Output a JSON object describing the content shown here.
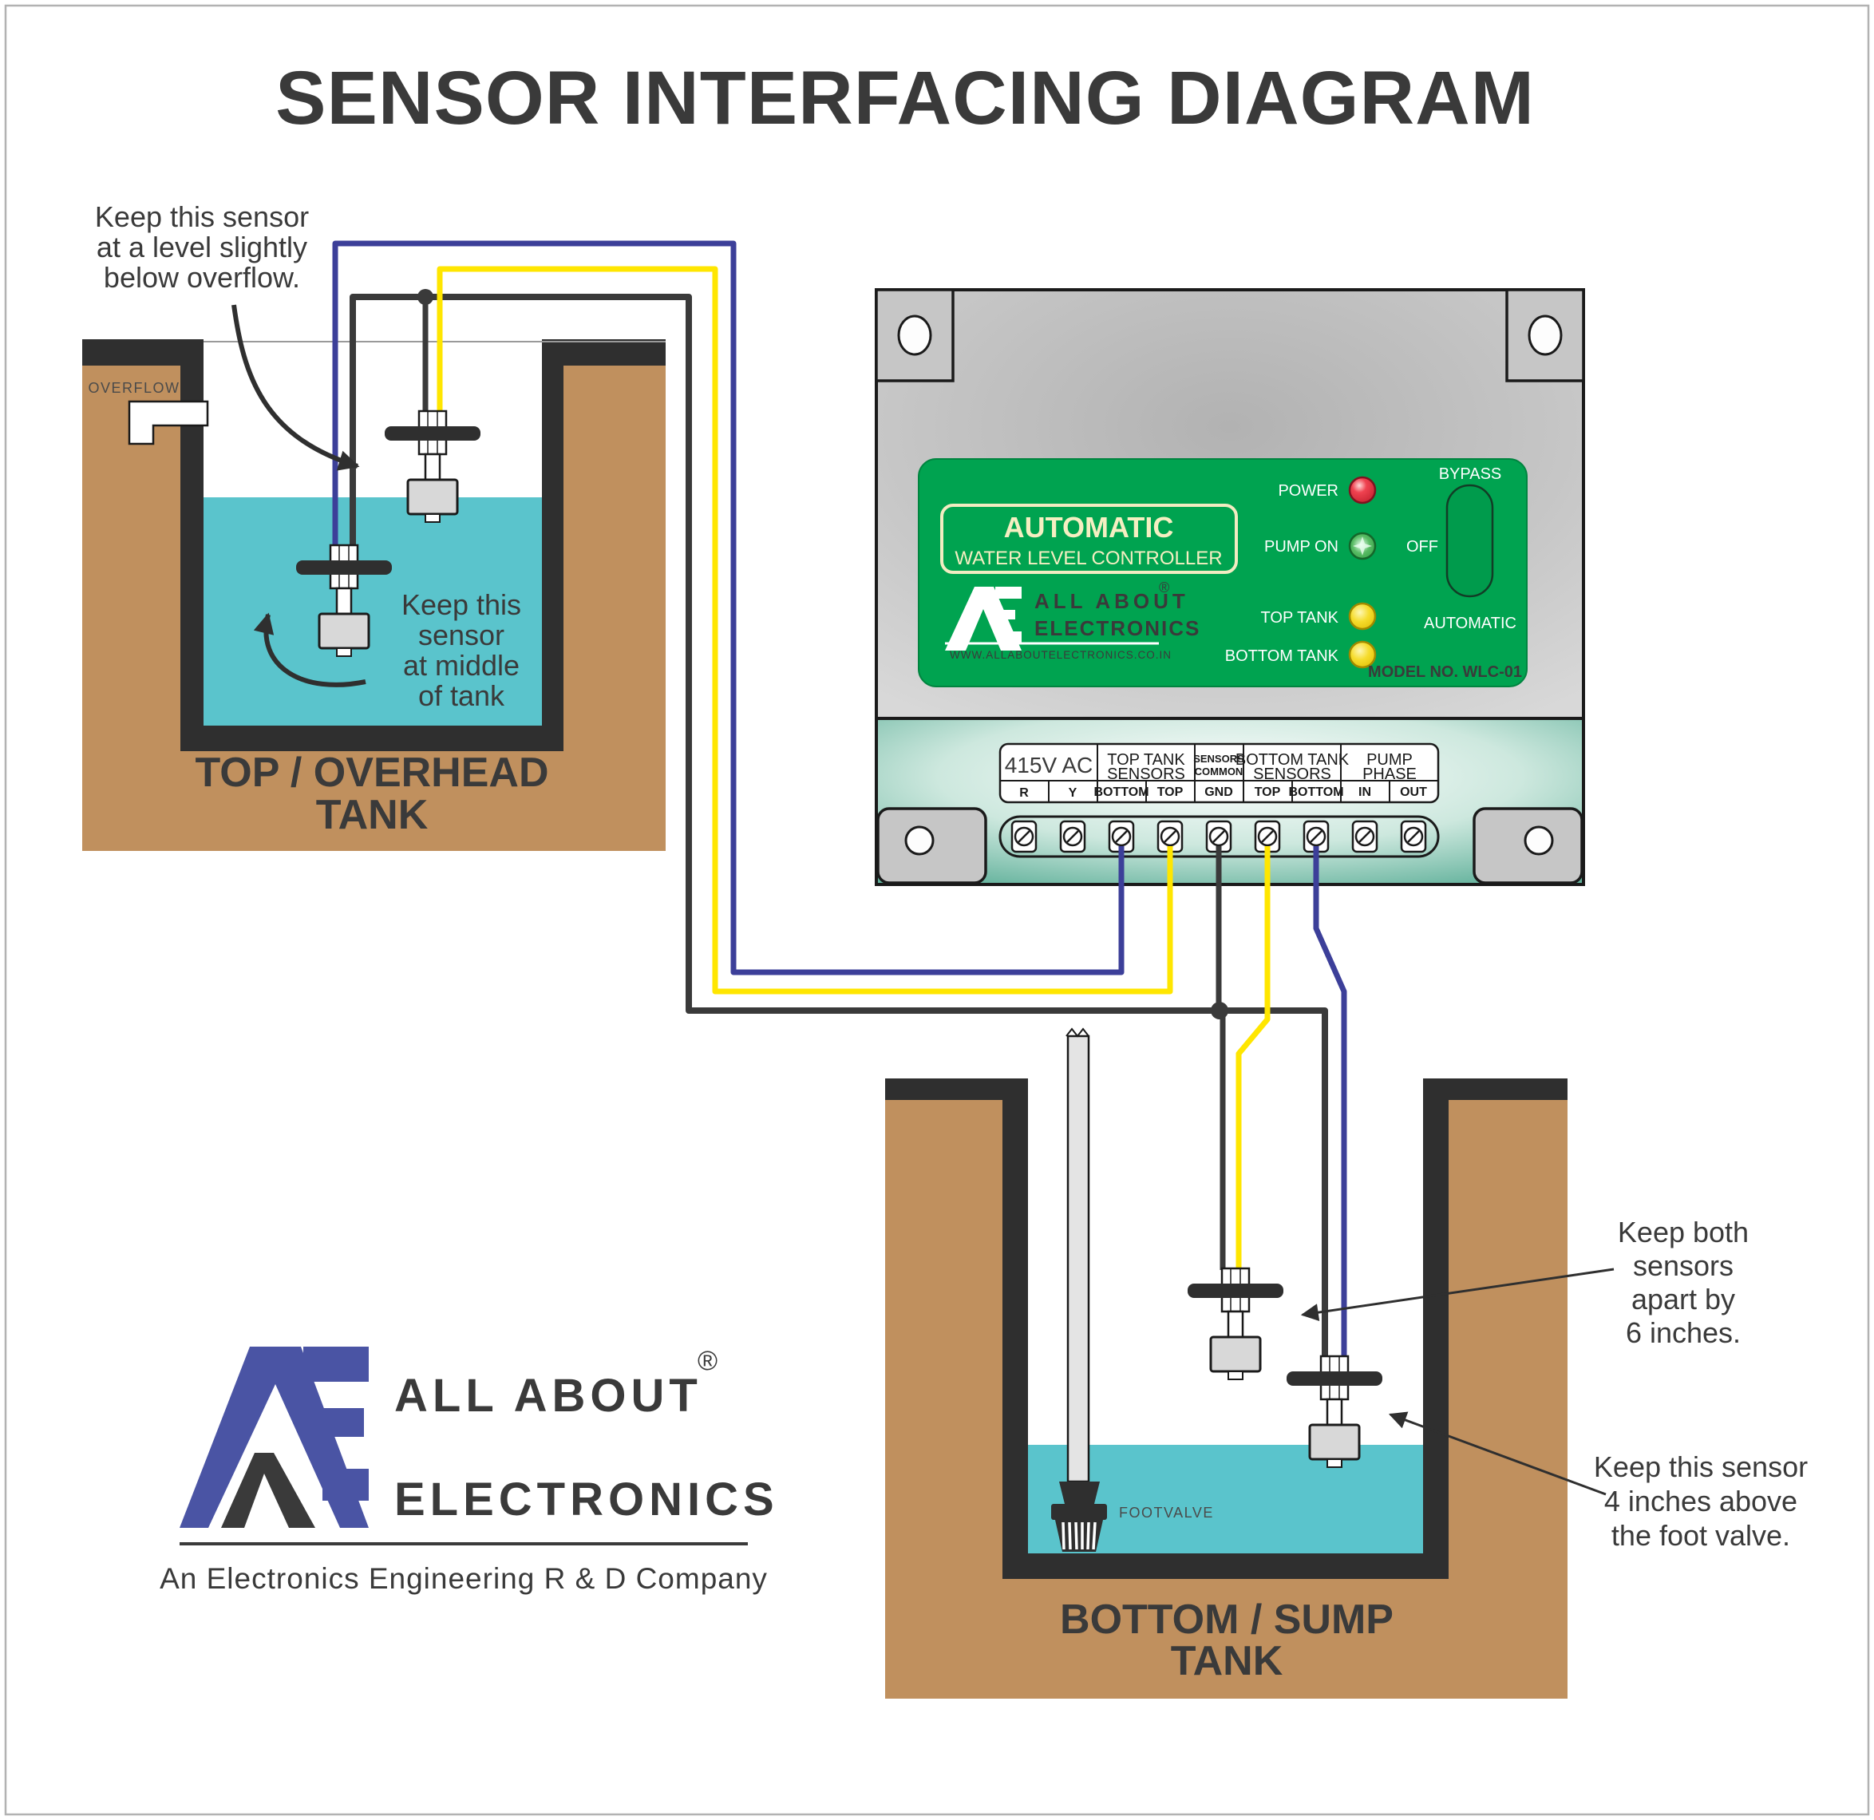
{
  "page": {
    "title": "SENSOR INTERFACING DIAGRAM"
  },
  "annotations": {
    "overflow_sensor": [
      "Keep this sensor",
      "at a level slightly",
      "below overflow."
    ],
    "middle_sensor": [
      "Keep this",
      "sensor",
      "at middle",
      "of tank"
    ],
    "apart_sensors": [
      "Keep both",
      "sensors",
      "apart by",
      "6 inches."
    ],
    "footvalve_sensor": [
      "Keep this sensor",
      "4 inches above",
      "the foot valve."
    ]
  },
  "top_tank": {
    "overflow": "OVERFLOW",
    "caption": [
      "TOP / OVERHEAD",
      "TANK"
    ]
  },
  "bottom_tank": {
    "footvalve": "FOOTVALVE",
    "caption": [
      "BOTTOM / SUMP",
      "TANK"
    ]
  },
  "controller": {
    "product": {
      "line1": "AUTOMATIC",
      "line2": "WATER LEVEL CONTROLLER"
    },
    "leds": [
      {
        "label": "POWER",
        "color": "#e23b47"
      },
      {
        "label": "PUMP ON",
        "color": "#45b055"
      },
      {
        "label": "TOP TANK",
        "color": "#f2d82e"
      },
      {
        "label": "BOTTOM TANK",
        "color": "#f2d82e"
      }
    ],
    "switch": {
      "top": "BYPASS",
      "left": "OFF",
      "bottom": "AUTOMATIC"
    },
    "brand": {
      "name1": "ALL ABOUT",
      "reg": "®",
      "name2": "ELECTRONICS",
      "website": "WWW.ALLABOUTELECTRONICS.CO.IN"
    },
    "model": "MODEL NO. WLC-01",
    "terminals": {
      "voltage": {
        "header": "415V AC",
        "cols": [
          "R",
          "Y"
        ]
      },
      "top_tank": {
        "header": [
          "TOP TANK",
          "SENSORS"
        ],
        "cols": [
          "BOTTOM",
          "TOP"
        ]
      },
      "common": {
        "header": [
          "SENSORS",
          "COMMON"
        ],
        "cols": [
          "GND"
        ]
      },
      "bottom_tank": {
        "header": [
          "BOTTOM TANK",
          "SENSORS"
        ],
        "cols": [
          "TOP",
          "BOTTOM"
        ]
      },
      "pump": {
        "header": [
          "PUMP",
          "PHASE"
        ],
        "cols": [
          "IN",
          "OUT"
        ]
      }
    }
  },
  "footer_logo": {
    "name1": "ALL ABOUT",
    "reg": "®",
    "name2": "ELECTRONICS",
    "tagline": "An Electronics Engineering R & D Company"
  },
  "colors": {
    "wire_blue": "#3c3f99",
    "wire_yellow": "#ffe600",
    "wire_black": "#3a3a3a",
    "panel_green": "#00a350",
    "water": "#5ac4cc",
    "earth_brown": "#c0905e",
    "wall_dark": "#2f2f2f",
    "logo_blue": "#4a54a4",
    "body_gray": "#c9c9c9",
    "teal_section": "#6fb7a2",
    "cream_text": "#f5efc2"
  }
}
